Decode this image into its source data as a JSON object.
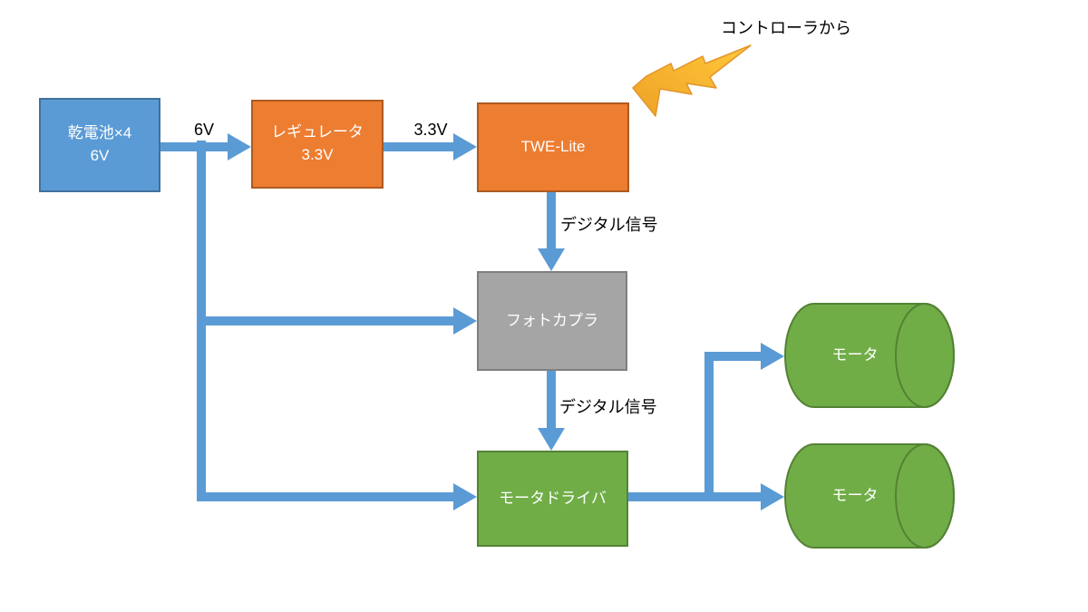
{
  "diagram": {
    "nodes": {
      "battery": {
        "line1": "乾電池×4",
        "line2": "6V"
      },
      "regulator": {
        "line1": "レギュレータ",
        "line2": "3.3V"
      },
      "twe_lite": {
        "label": "TWE-Lite"
      },
      "photocoupler": {
        "label": "フォトカプラ"
      },
      "motor_driver": {
        "label": "モータドライバ"
      },
      "motor_top": {
        "label": "モータ"
      },
      "motor_bottom": {
        "label": "モータ"
      }
    },
    "edge_labels": {
      "battery_to_regulator": "6V",
      "regulator_to_twelite": "3.3V",
      "twelite_to_photocoupler": "デジタル信号",
      "photocoupler_to_motordriver": "デジタル信号"
    },
    "annotations": {
      "wireless_source": "コントローラから"
    },
    "colors": {
      "background": "#FFFFFF",
      "connector_blue": "#5B9BD5",
      "battery_fill": "#5B9BD5",
      "battery_border": "#41719C",
      "module_orange_fill": "#ED7D31",
      "module_orange_border": "#AE5A21",
      "photocoupler_fill": "#A5A5A5",
      "photocoupler_border": "#7F7F7F",
      "motor_green_fill": "#70AD47",
      "motor_green_border": "#548235",
      "lightning_fill_light": "#FFC93A",
      "lightning_fill_dark": "#EFA126",
      "lightning_border": "#E2952D",
      "node_text": "#FFFFFF",
      "label_text": "#000000"
    }
  }
}
